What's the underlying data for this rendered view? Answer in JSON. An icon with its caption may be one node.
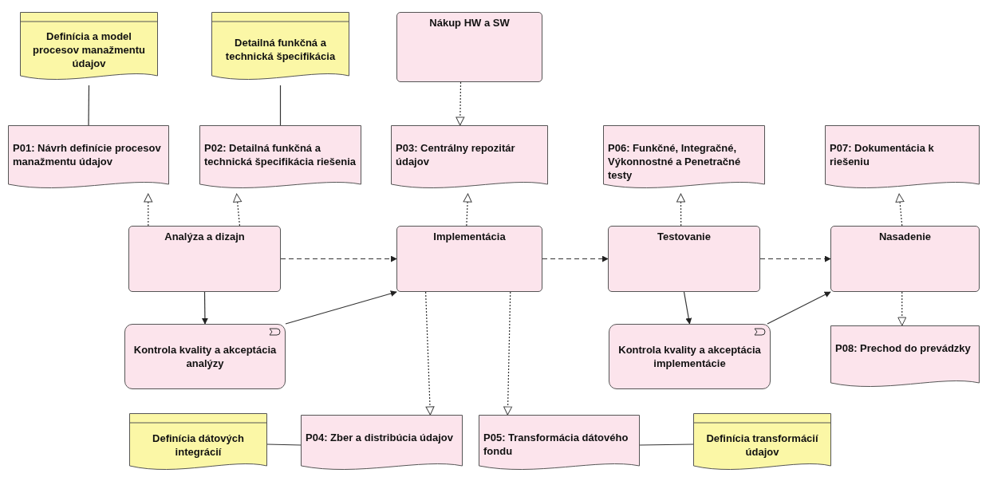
{
  "diagram": {
    "nodes": [
      {
        "text": [
          "Definícia a model procesov manažmentu údajov"
        ]
      },
      {
        "text": [
          "Detailná funkčná a technická špecifikácia"
        ]
      },
      {
        "text": [
          "Nákup HW a SW"
        ]
      },
      {
        "text": [
          "P01: Návrh definície procesov manažmentu údajov"
        ]
      },
      {
        "text": [
          "P02: Detailná funkčná a technická špecifikácia riešenia"
        ]
      },
      {
        "text": [
          "P03: Centrálny repozitár údajov"
        ]
      },
      {
        "text": [
          "P06: Funkčné, Integračné, Výkonnostné a Penetračné testy"
        ]
      },
      {
        "text": [
          "P07: Dokumentácia k riešeniu"
        ]
      },
      {
        "text": [
          "Analýza a dizajn"
        ]
      },
      {
        "text": [
          "Implementácia"
        ]
      },
      {
        "text": [
          "Testovanie"
        ]
      },
      {
        "text": [
          "Nasadenie"
        ]
      },
      {
        "text": [
          "Kontrola kvality a akceptácia analýzy"
        ]
      },
      {
        "text": [
          "Kontrola kvality a akceptácia implementácie"
        ]
      },
      {
        "text": [
          "P08: Prechod do prevádzky"
        ]
      },
      {
        "text": [
          "Definícia dátových integrácií"
        ]
      },
      {
        "text": [
          "P04: Zber a distribúcia údajov"
        ]
      },
      {
        "text": [
          "P05: Transformácia dátového fondu"
        ]
      },
      {
        "text": [
          "Definícia transformácií údajov"
        ]
      }
    ],
    "edges": [
      {
        "from": 0,
        "to": 3,
        "arrow": "none"
      },
      {
        "from": 1,
        "to": 4,
        "arrow": "none"
      },
      {
        "from": 2,
        "to": 5,
        "arrow": "to",
        "style": "dashed"
      },
      {
        "from": 8,
        "to": 3,
        "arrow": "to",
        "style": "dashed"
      },
      {
        "from": 8,
        "to": 4,
        "arrow": "to",
        "style": "dashed"
      },
      {
        "from": 9,
        "to": 5,
        "arrow": "to",
        "style": "dashed"
      },
      {
        "from": 10,
        "to": 6,
        "arrow": "to",
        "style": "dashed"
      },
      {
        "from": 11,
        "to": 7,
        "arrow": "to",
        "style": "dashed"
      },
      {
        "from": 8,
        "to": 9,
        "arrow": "to",
        "style": "dashed"
      },
      {
        "from": 9,
        "to": 10,
        "arrow": "to",
        "style": "dashed"
      },
      {
        "from": 10,
        "to": 11,
        "arrow": "to",
        "style": "dashed"
      },
      {
        "from": 8,
        "to": 12,
        "arrow": "to"
      },
      {
        "from": 12,
        "to": 9,
        "arrow": "to"
      },
      {
        "from": 10,
        "to": 13,
        "arrow": "to"
      },
      {
        "from": 13,
        "to": 11,
        "arrow": "to"
      },
      {
        "from": 9,
        "to": 16,
        "arrow": "to",
        "style": "dashed"
      },
      {
        "from": 9,
        "to": 17,
        "arrow": "to",
        "style": "dashed"
      },
      {
        "from": 11,
        "to": 14,
        "arrow": "to",
        "style": "dashed"
      },
      {
        "from": 15,
        "to": 16,
        "arrow": "none"
      },
      {
        "from": 17,
        "to": 18,
        "arrow": "none"
      }
    ]
  }
}
